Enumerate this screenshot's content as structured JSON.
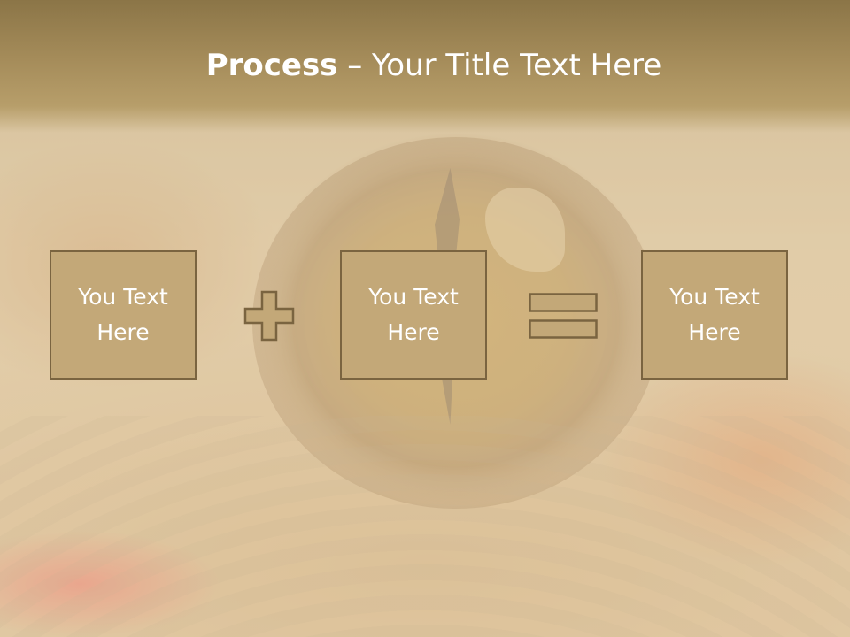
{
  "slide": {
    "title_bold": "Process",
    "title_rest": " – Your Title Text Here",
    "boxes": [
      {
        "line1": "You Text",
        "line2": "Here"
      },
      {
        "line1": "You Text",
        "line2": "Here"
      },
      {
        "line1": "You Text",
        "line2": "Here"
      }
    ],
    "operators": [
      "plus-icon",
      "equals-icon"
    ]
  },
  "colors": {
    "title_band": "#a58c5a",
    "box_fill": "#c3a878",
    "box_border": "#7a6440",
    "text": "#ffffff"
  }
}
